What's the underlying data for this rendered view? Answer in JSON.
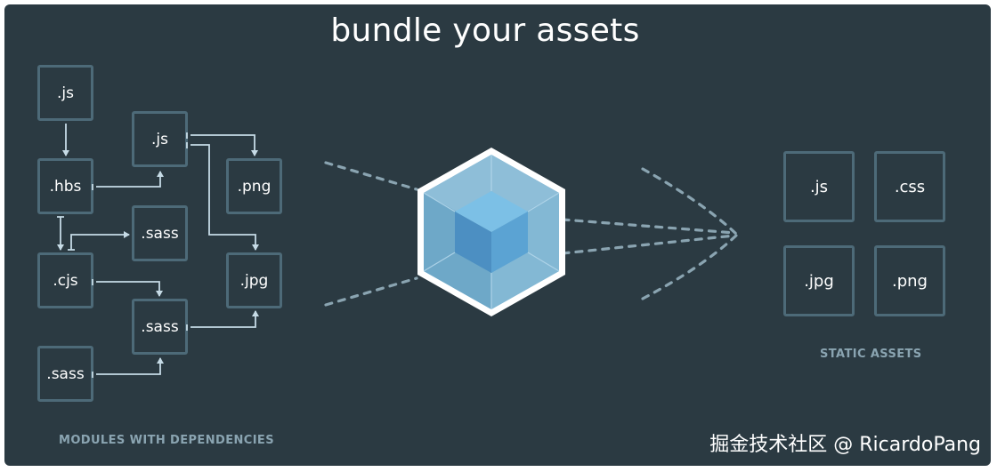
{
  "title": "bundle your assets",
  "modules": {
    "caption": "MODULES WITH DEPENDENCIES",
    "items": [
      ".js",
      ".js",
      ".hbs",
      ".png",
      ".sass",
      ".cjs",
      ".jpg",
      ".sass",
      ".sass"
    ]
  },
  "static_assets": {
    "caption": "STATIC ASSETS",
    "items": [
      ".js",
      ".css",
      ".jpg",
      ".png"
    ]
  },
  "watermark": "掘金技术社区 @ RicardoPang",
  "colors": {
    "background": "#2b3a42",
    "box_border": "#4d6a78",
    "arrow": "#c6dbe6",
    "cube_light": "#8ed6fb",
    "cube_dark": "#1c78c0"
  },
  "icons": {
    "center": "webpack-cube-logo-icon"
  }
}
